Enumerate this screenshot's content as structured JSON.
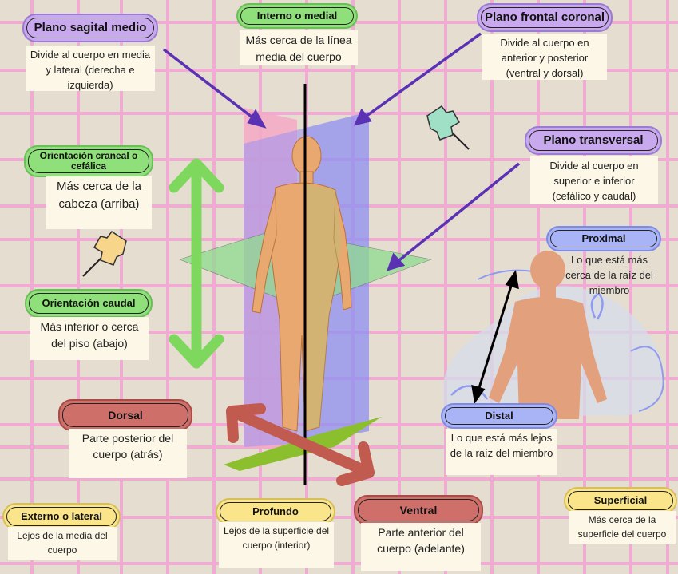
{
  "labels": {
    "sagital": {
      "title": "Plano sagital medio",
      "desc": "Divide al cuerpo en media y lateral (derecha e izquierda)"
    },
    "medial": {
      "title": "Interno o medial",
      "desc": "Más cerca de la línea media del cuerpo"
    },
    "frontal": {
      "title": "Plano frontal coronal",
      "desc": "Divide al cuerpo en anterior y posterior (ventral y dorsal)"
    },
    "transversal": {
      "title": "Plano transversal",
      "desc": "Divide al cuerpo en superior e inferior (cefálico y caudal)"
    },
    "craneal": {
      "title": "Orientación craneal o cefálica",
      "desc": "Más cerca de la cabeza (arriba)"
    },
    "caudal": {
      "title": "Orientación caudal",
      "desc": "Más inferior o cerca del piso (abajo)"
    },
    "proximal": {
      "title": "Proximal",
      "desc": "Lo que está más cerca de la raíz del miembro"
    },
    "distal": {
      "title": "Distal",
      "desc": "Lo que está más lejos de la raíz del miembro"
    },
    "dorsal": {
      "title": "Dorsal",
      "desc": "Parte posterior del cuerpo (atrás)"
    },
    "ventral": {
      "title": "Ventral",
      "desc": "Parte anterior del cuerpo (adelante)"
    },
    "externo": {
      "title": "Externo o lateral",
      "desc": "Lejos de la media del cuerpo"
    },
    "profundo": {
      "title": "Profundo",
      "desc": "Lejos de la superficie del cuerpo (interior)"
    },
    "superficial": {
      "title": "Superficial",
      "desc": "Más cerca de la superficie del cuerpo"
    }
  },
  "colors": {
    "background": "#e6ddd1",
    "grid": "#f0a6d2",
    "green": "#8fe07a",
    "purple": "#c9a9ee",
    "blue": "#a9b4f7",
    "red": "#cf6f6a",
    "yellow": "#fbe58a",
    "arrow_purple": "#5b32b4",
    "body": "#e8a870"
  },
  "icons": [
    "pushpin-icon",
    "pushpin-icon"
  ]
}
